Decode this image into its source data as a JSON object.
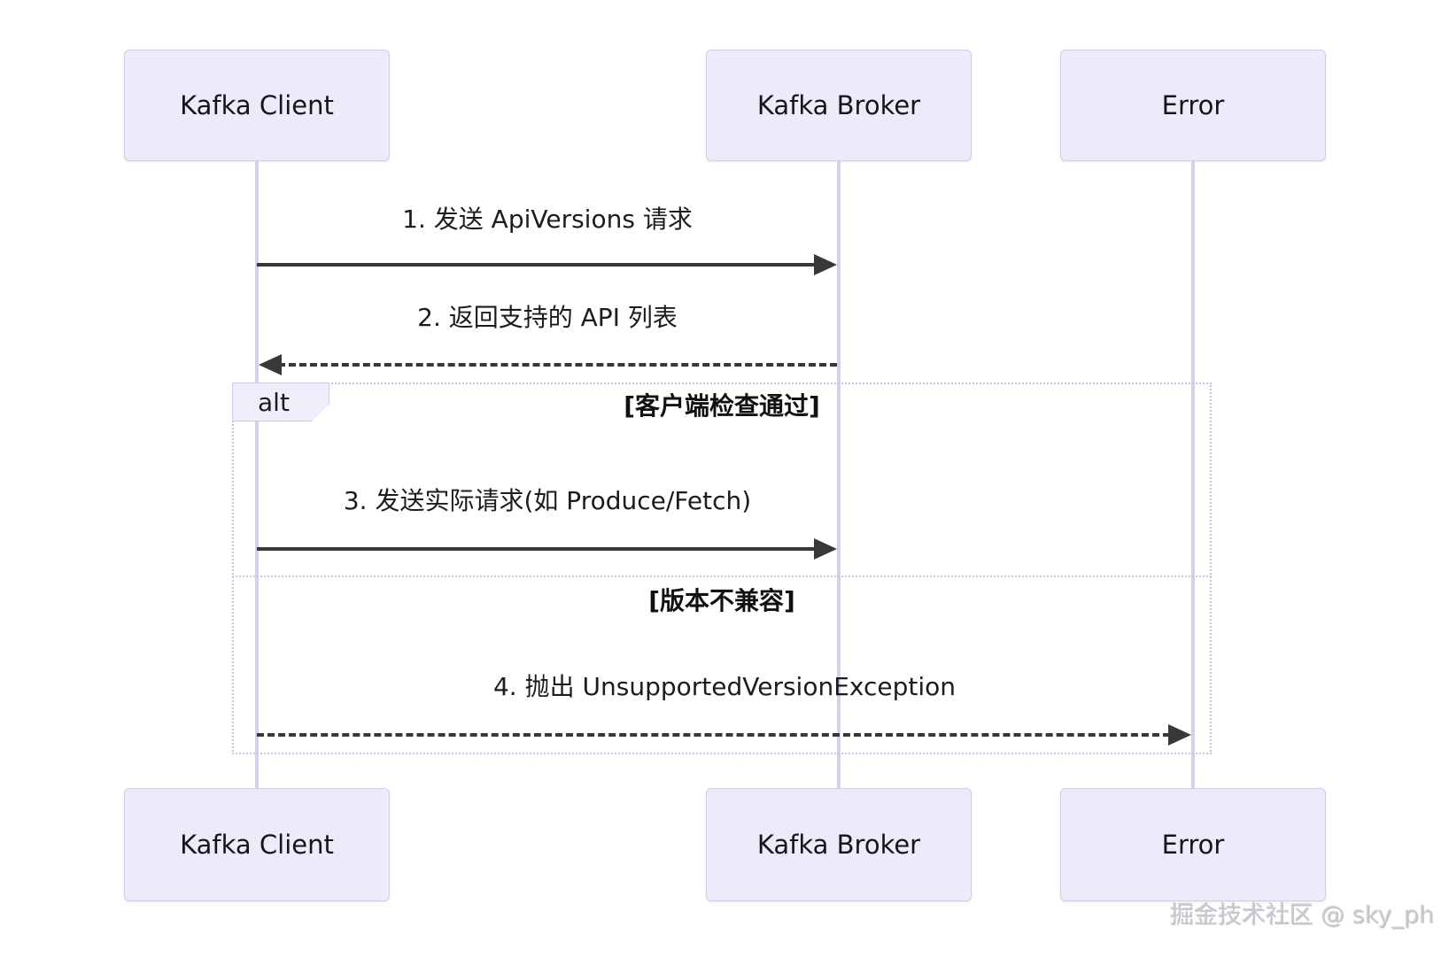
{
  "diagram": {
    "type": "sequence-diagram",
    "actors": [
      {
        "id": "kafka-client",
        "label": "Kafka Client"
      },
      {
        "id": "kafka-broker",
        "label": "Kafka Broker"
      },
      {
        "id": "error",
        "label": "Error"
      }
    ],
    "messages": [
      {
        "seq": 1,
        "label": "1. 发送 ApiVersions 请求",
        "from": "Kafka Client",
        "to": "Kafka Broker",
        "line": "solid",
        "arrow": "filled-right"
      },
      {
        "seq": 2,
        "label": "2. 返回支持的 API 列表",
        "from": "Kafka Broker",
        "to": "Kafka Client",
        "line": "dashed",
        "arrow": "filled-left"
      },
      {
        "seq": 3,
        "label": "3. 发送实际请求(如 Produce/Fetch)",
        "from": "Kafka Client",
        "to": "Kafka Broker",
        "line": "solid",
        "arrow": "filled-right"
      },
      {
        "seq": 4,
        "label": "4. 抛出 UnsupportedVersionException",
        "from": "Kafka Client",
        "to": "Error",
        "line": "dashed",
        "arrow": "filled-right"
      }
    ],
    "alt_block": {
      "label": "alt",
      "sections": [
        {
          "condition": "[客户端检查通过]"
        },
        {
          "condition": "[版本不兼容]"
        }
      ]
    },
    "watermark": "掘金技术社区 @ sky_ph",
    "colors": {
      "actor_fill": "#edebfa",
      "actor_border": "#d3cdec",
      "lifeline": "#d6d0ef",
      "frame_border": "#c5c0e8",
      "arrow": "#383838",
      "text": "#1c1c1c",
      "watermark": "#c9c5ce",
      "background": "#ffffff"
    }
  }
}
